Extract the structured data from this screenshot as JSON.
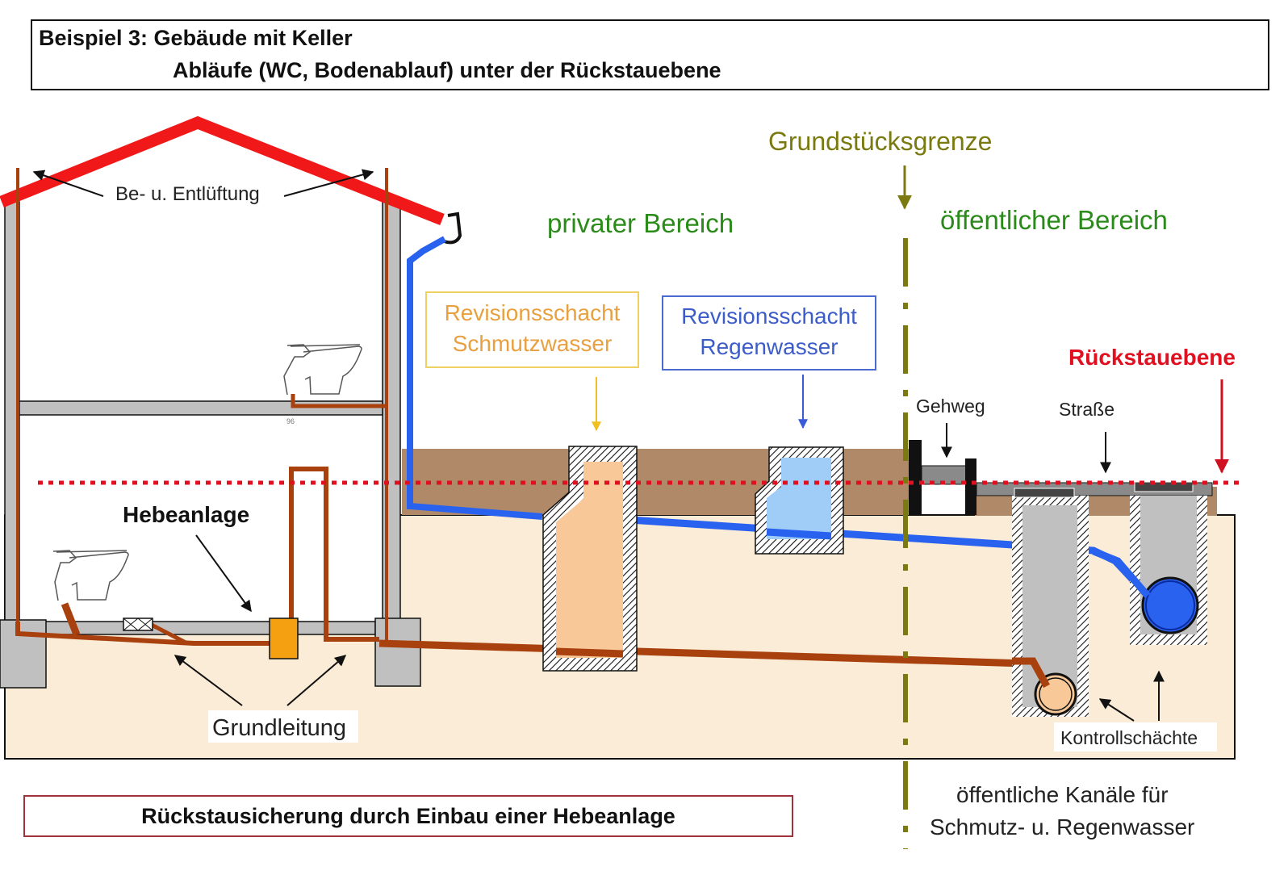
{
  "title": {
    "line1": "Beispiel 3: Gebäude mit Keller",
    "line2": "Abläufe (WC, Bodenablauf) unter der Rückstauebene"
  },
  "labels": {
    "ventilation": "Be- u. Entlüftung",
    "property_boundary": "Grundstücksgrenze",
    "private_area": "privater Bereich",
    "public_area": "öffentlicher Bereich",
    "inspection_shaft_waste": {
      "line1": "Revisionsschacht",
      "line2": "Schmutzwasser"
    },
    "inspection_shaft_rain": {
      "line1": "Revisionsschacht",
      "line2": "Regenwasser"
    },
    "backflow_level": "Rückstauebene",
    "sidewalk": "Gehweg",
    "street": "Straße",
    "lifting_station": "Hebeanlage",
    "ground_pipe": "Grundleitung",
    "control_shafts": "Kontrollschächte",
    "public_sewers": {
      "line1": "öffentliche Kanäle  für",
      "line2": "Schmutz- u. Regenwasser"
    },
    "small_mark": "96"
  },
  "footer": {
    "caption": "Rückstausicherung durch Einbau einer Hebeanlage"
  },
  "colors": {
    "roof": "#f01818",
    "wall": "#c0c0c0",
    "waste_pipe": "#a9410f",
    "rain_pipe": "#2a62f0",
    "soil": "#faecd6",
    "topsoil": "#b08a68",
    "backflow_line": "#e01020",
    "boundary_line": "#7a7a10",
    "lifting_station": "#f5a010",
    "waste_shaft_fill": "#f8c898",
    "rain_shaft_fill": "#a0ccf8",
    "private_text": "#2a8a1a",
    "boundary_text": "#7a7a10"
  }
}
